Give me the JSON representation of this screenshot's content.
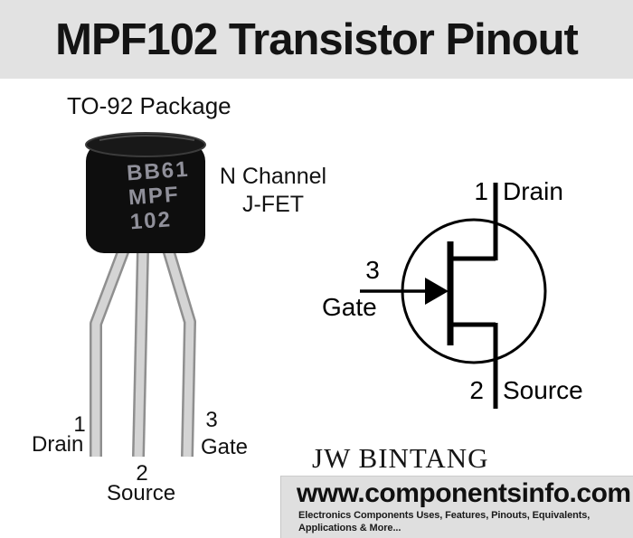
{
  "header": {
    "title": "MPF102 Transistor Pinout"
  },
  "package": {
    "label": "TO-92 Package",
    "markings": [
      "BB61",
      "MPF",
      "102"
    ],
    "type_line1": "N Channel",
    "type_line2": "J-FET",
    "pins": [
      {
        "number": "1",
        "name": "Drain"
      },
      {
        "number": "2",
        "name": "Source"
      },
      {
        "number": "3",
        "name": "Gate"
      }
    ]
  },
  "symbol": {
    "drain_number": "1",
    "drain_label": "Drain",
    "gate_number": "3",
    "gate_label": "Gate",
    "source_number": "2",
    "source_label": "Source"
  },
  "footer": {
    "brand": "JW BINTANG",
    "website": "www.componentsinfo.com",
    "tagline_line1": "Electronics Components Uses, Features, Pinouts, Equivalents,",
    "tagline_line2": "Applications & More..."
  },
  "colors": {
    "title_band_bg": "#e2e2e2",
    "footer_band_bg": "#dfdfdf",
    "package_body": "#0e0e0e",
    "marking_text": "#90909a",
    "leg_silver": "#d4d4d4",
    "symbol_line": "#000000"
  }
}
